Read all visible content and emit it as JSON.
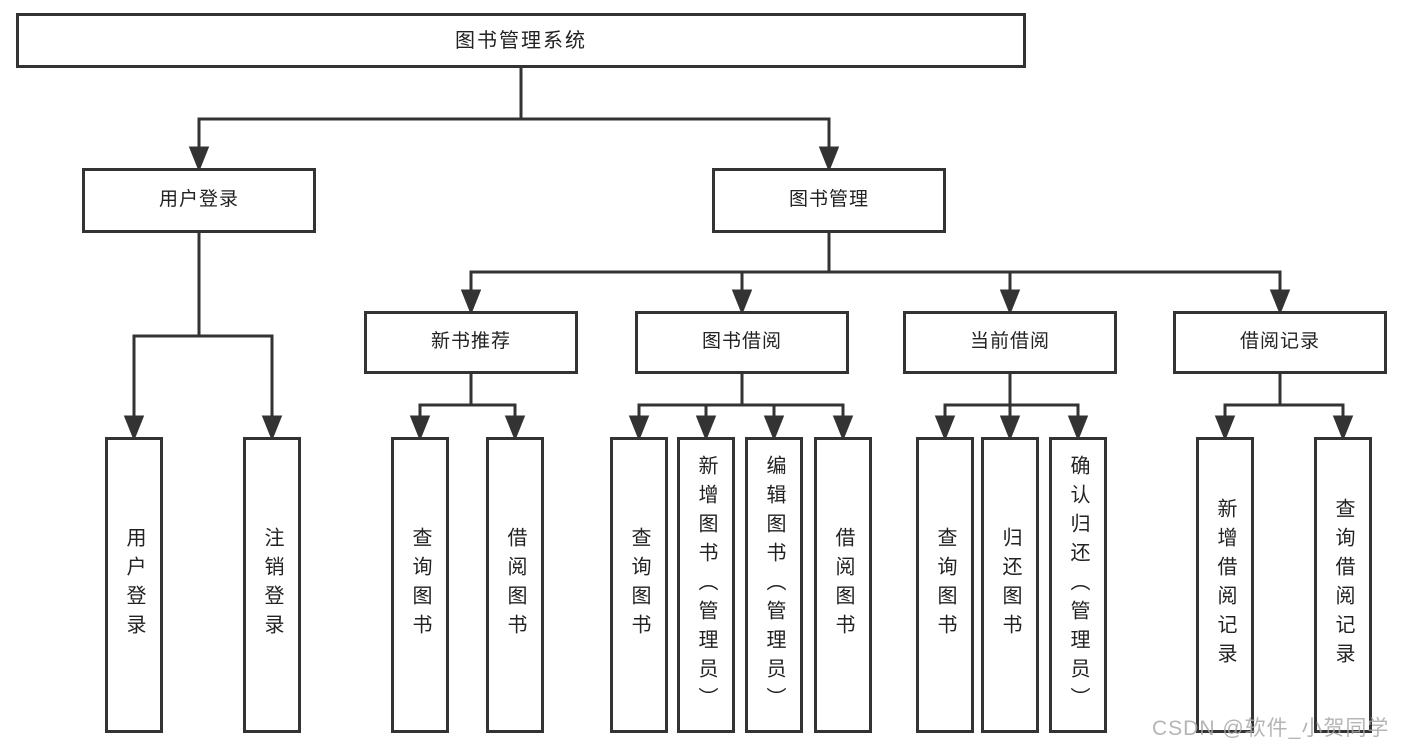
{
  "colors": {
    "line": "#333333",
    "box_border": "#333333",
    "text": "#222222",
    "background": "#ffffff",
    "watermark": "#a8a8a8"
  },
  "tree": {
    "root": {
      "label": "图书管理系统",
      "children": [
        {
          "label": "用户登录",
          "children": [
            {
              "label": "用户登录"
            },
            {
              "label": "注销登录"
            }
          ]
        },
        {
          "label": "图书管理",
          "children": [
            {
              "label": "新书推荐",
              "children": [
                {
                  "label": "查询图书"
                },
                {
                  "label": "借阅图书"
                }
              ]
            },
            {
              "label": "图书借阅",
              "children": [
                {
                  "label": "查询图书"
                },
                {
                  "label": "新增图书（管理员）"
                },
                {
                  "label": "编辑图书（管理员）"
                },
                {
                  "label": "借阅图书"
                }
              ]
            },
            {
              "label": "当前借阅",
              "children": [
                {
                  "label": "查询图书"
                },
                {
                  "label": "归还图书"
                },
                {
                  "label": "确认归还（管理员）"
                }
              ]
            },
            {
              "label": "借阅记录",
              "children": [
                {
                  "label": "新增借阅记录"
                },
                {
                  "label": "查询借阅记录"
                }
              ]
            }
          ]
        }
      ]
    }
  },
  "watermark": "CSDN @软件_小贺同学"
}
